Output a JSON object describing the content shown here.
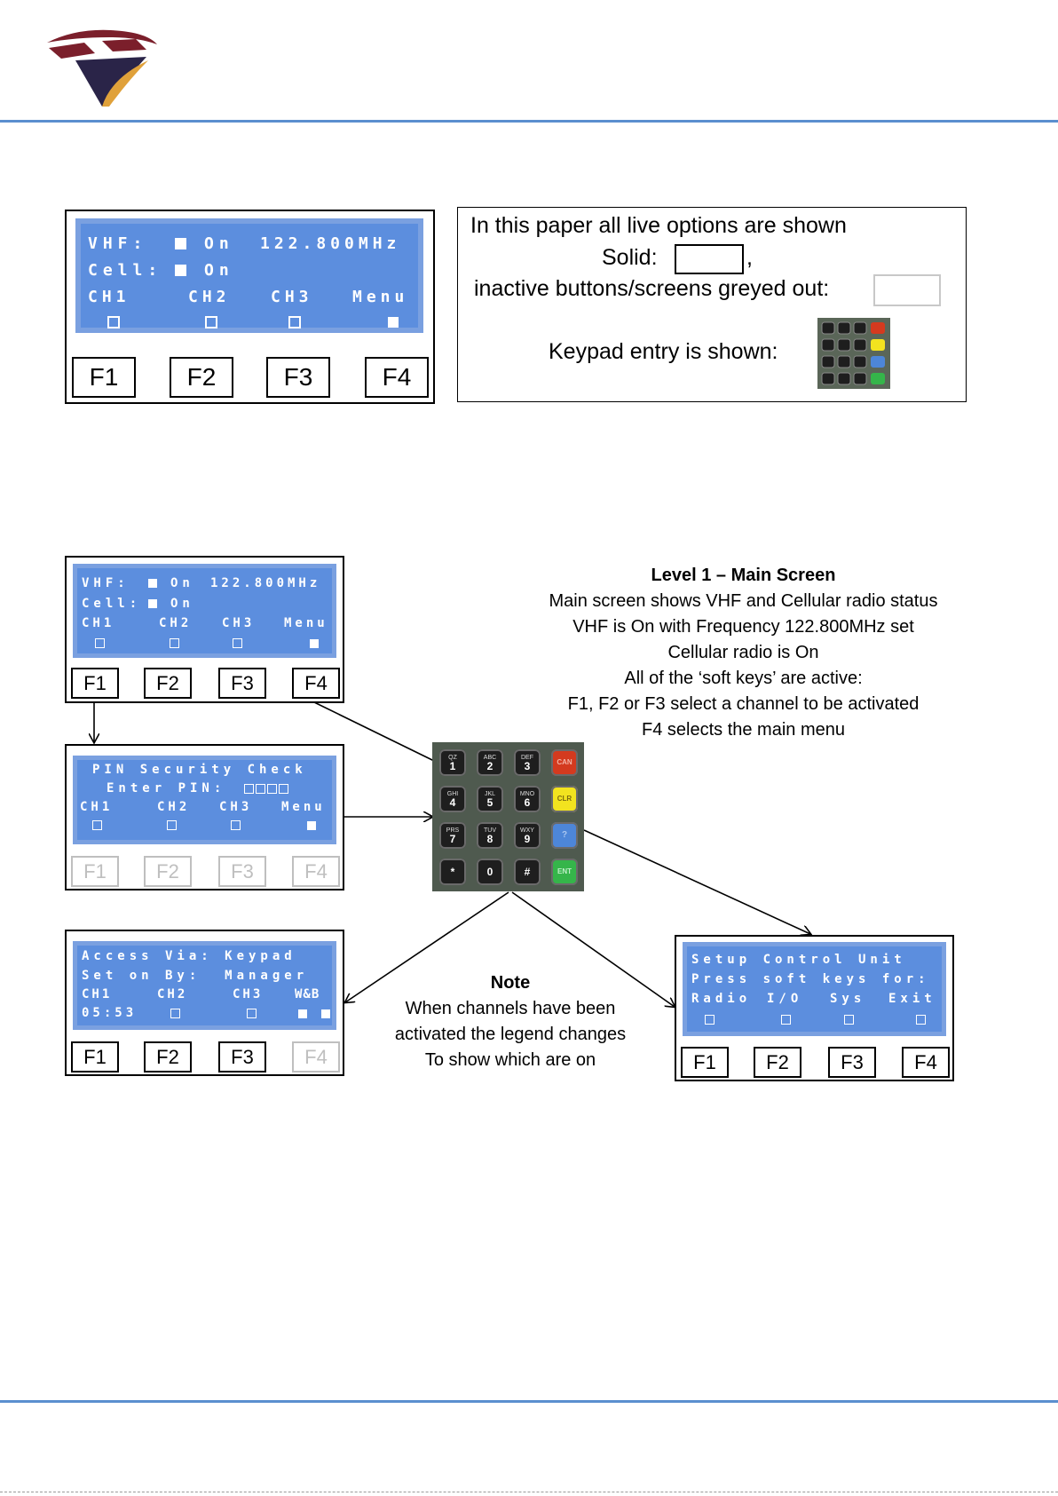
{
  "colors": {
    "rule": "#5b8fcf",
    "lcd_frame": "#7aa0e0",
    "lcd_fill": "#5c8ede",
    "disabled": "#bfbfbf",
    "key_can": "#d43a1f",
    "key_clr": "#f2e31f",
    "key_help": "#4d86d8",
    "key_ent": "#35b54a"
  },
  "icons": {
    "logo": "company-logo",
    "keypad": "keypad-image",
    "arrow": "arrow"
  },
  "legend_screen": {
    "row1": "VHF:",
    "row1_status": "On",
    "row1_freq": "122.800MHz",
    "row2": "Cell:",
    "row2_status": "On",
    "softkeys": [
      "CH1",
      "CH2",
      "CH3",
      "Menu"
    ],
    "fkeys": [
      "F1",
      "F2",
      "F3",
      "F4"
    ]
  },
  "legend_box": {
    "line1": "In this paper all live options are shown",
    "solid_label": "Solid:",
    "comma": ",",
    "inactive_label": "inactive buttons/screens greyed out:",
    "keypad_label": "Keypad entry is  shown:"
  },
  "main_screen": {
    "row1": "VHF:",
    "row1_status": "On",
    "row1_freq": "122.800MHz",
    "row2": "Cell:",
    "row2_status": "On",
    "softkeys": [
      "CH1",
      "CH2",
      "CH3",
      "Menu"
    ],
    "fkeys": [
      "F1",
      "F2",
      "F3",
      "F4"
    ]
  },
  "pin_screen": {
    "row1": "PIN Security Check",
    "row2": "Enter PIN:",
    "softkeys": [
      "CH1",
      "CH2",
      "CH3",
      "Menu"
    ],
    "fkeys": [
      "F1",
      "F2",
      "F3",
      "F4"
    ]
  },
  "access_screen": {
    "row1": "Access Via: Keypad",
    "row2": "Set on By:  Manager",
    "softkeys": [
      "CH1",
      "CH2",
      "CH3",
      "W&B"
    ],
    "time": "05:53",
    "fkeys": [
      "F1",
      "F2",
      "F3",
      "F4"
    ]
  },
  "setup_screen": {
    "row1": "Setup Control Unit",
    "row2": "Press soft keys for:",
    "softkeys": [
      "Radio",
      "I/O",
      "Sys",
      "Exit"
    ],
    "fkeys": [
      "F1",
      "F2",
      "F3",
      "F4"
    ]
  },
  "level1": {
    "title": "Level 1 – Main Screen",
    "lines": [
      "Main screen shows VHF and Cellular radio status",
      "VHF is On with Frequency 122.800MHz set",
      "Cellular radio is On",
      "All of the ‘soft keys’ are active:",
      "F1, F2 or F3 select a channel to be activated",
      "F4 selects the main menu"
    ]
  },
  "note": {
    "title": "Note",
    "lines": [
      "When channels have been",
      "activated the legend changes",
      "To show which are on"
    ]
  },
  "keypad": {
    "keys": [
      {
        "sub": "QZ",
        "main": "1"
      },
      {
        "sub": "ABC",
        "main": "2"
      },
      {
        "sub": "DEF",
        "main": "3"
      },
      {
        "sub": "",
        "main": "CAN"
      },
      {
        "sub": "GHI",
        "main": "4"
      },
      {
        "sub": "JKL",
        "main": "5"
      },
      {
        "sub": "MNO",
        "main": "6"
      },
      {
        "sub": "",
        "main": "CLR"
      },
      {
        "sub": "PRS",
        "main": "7"
      },
      {
        "sub": "TUV",
        "main": "8"
      },
      {
        "sub": "WXY",
        "main": "9"
      },
      {
        "sub": "",
        "main": "?"
      },
      {
        "sub": "",
        "main": "*"
      },
      {
        "sub": "",
        "main": "0"
      },
      {
        "sub": "",
        "main": "#"
      },
      {
        "sub": "",
        "main": "ENT"
      }
    ]
  }
}
